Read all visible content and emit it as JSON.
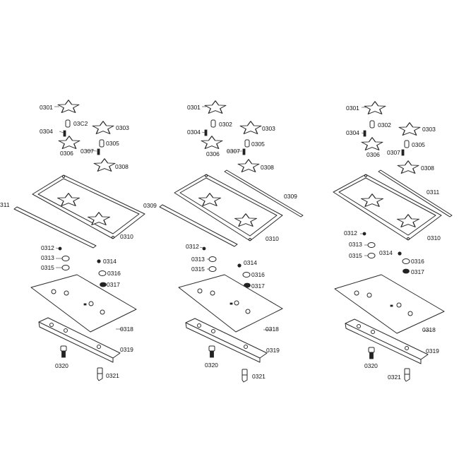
{
  "assemblies": [
    {
      "id": "left",
      "labels": {
        "p0301": "0301",
        "p0302": "03C2",
        "p0303": "0303",
        "p0304": "0304",
        "p0305": "0305",
        "p0306": "0306",
        "p0307": "0307",
        "p0308": "0308",
        "p0309": "",
        "p0310": "0310",
        "p0311": "311",
        "p0312": "0312",
        "p0313": "0313",
        "p0314": "0314",
        "p0315": "0315",
        "p0316": "0316",
        "p0317": "0317",
        "p0318": "0318",
        "p0319": "0319",
        "p0320": "0320",
        "p0321": "0321"
      }
    },
    {
      "id": "middle",
      "labels": {
        "p0301": "0301",
        "p0302": "0302",
        "p0303": "0303",
        "p0304": "0304",
        "p0305": "0305",
        "p0306": "0306",
        "p0307": "0307",
        "p0308": "0308",
        "p0309": "0309",
        "p0309b": "0309",
        "p0310": "0310",
        "p0312": "0312",
        "p0313": "0313",
        "p0314": "0314",
        "p0315": "0315",
        "p0316": "0316",
        "p0317": "0317",
        "p0318": "0318",
        "p0319": "0319",
        "p0320": "0320",
        "p0321": "0321"
      }
    },
    {
      "id": "right",
      "labels": {
        "p0301": "0301",
        "p0302": "0302",
        "p0303": "0303",
        "p0304": "0304",
        "p0305": "0305",
        "p0306": "0306",
        "p0307": "0307",
        "p0308": "0308",
        "p0310": "0310",
        "p0311": "0311",
        "p0312": "0312",
        "p0313": "0313",
        "p0314": "0314",
        "p0315": "0315",
        "p0316": "0316",
        "p0317": "0317",
        "p0318": "0318",
        "p0319": "0319",
        "p0320": "0320",
        "p0321": "0321"
      }
    }
  ]
}
